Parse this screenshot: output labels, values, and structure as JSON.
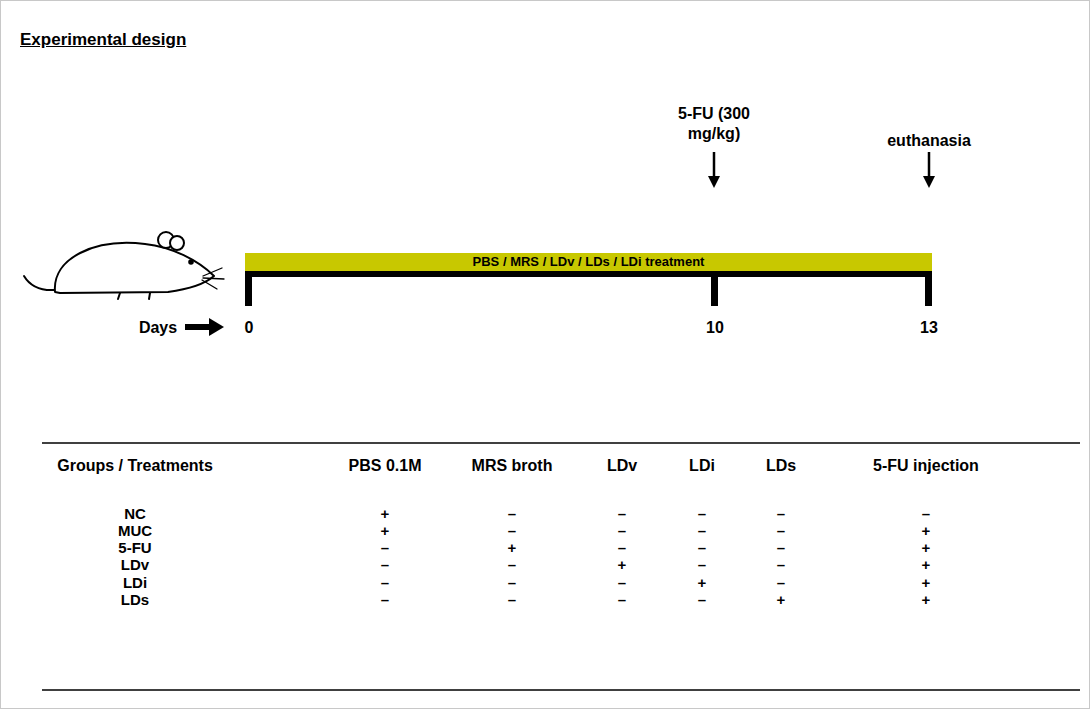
{
  "diagram": {
    "title": "Experimental design",
    "nodes": [
      {
        "text": [
          "PBS / MRS / LDv / LDs / LDi treatment"
        ]
      }
    ],
    "labels": [
      "5-FU (300 mg/kg)",
      "euthanasia",
      "Days",
      "0",
      "10",
      "13",
      "Groups / Treatments",
      "PBS 0.1M",
      "MRS broth",
      "LDv",
      "LDi",
      "LDs",
      "5-FU injection",
      "NC",
      "+",
      "–",
      "–",
      "–",
      "–",
      "–",
      "MUC",
      "+",
      "–",
      "–",
      "–",
      "–",
      "+",
      "5-FU",
      "–",
      "+",
      "–",
      "–",
      "–",
      "+",
      "LDv",
      "–",
      "–",
      "+",
      "–",
      "–",
      "+",
      "LDi",
      "–",
      "–",
      "–",
      "+",
      "–",
      "+",
      "LDs",
      "–",
      "–",
      "–",
      "–",
      "+",
      "+"
    ]
  }
}
